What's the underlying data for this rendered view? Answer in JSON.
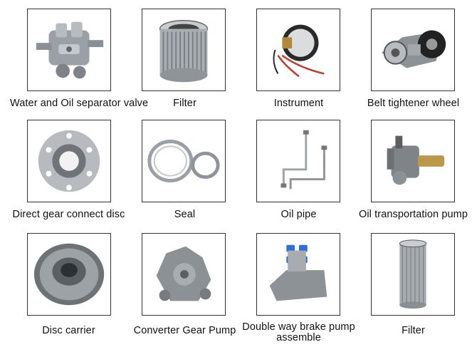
{
  "products": [
    {
      "label": "Water and Oil separator valve",
      "icon": "valve-icon"
    },
    {
      "label": "Filter",
      "icon": "filter-cartridge-icon"
    },
    {
      "label": "Instrument",
      "icon": "instrument-gauge-icon"
    },
    {
      "label": "Belt tightener wheel",
      "icon": "belt-tensioner-icon"
    },
    {
      "label": "Direct gear connect disc",
      "icon": "gear-disc-icon"
    },
    {
      "label": "Seal",
      "icon": "seal-ring-icon"
    },
    {
      "label": "Oil pipe",
      "icon": "oil-pipe-icon"
    },
    {
      "label": "Oil transportation pump",
      "icon": "oil-pump-icon"
    },
    {
      "label": "Disc carrier",
      "icon": "disc-carrier-icon"
    },
    {
      "label": "Converter Gear Pump",
      "icon": "gear-pump-icon"
    },
    {
      "label": "Double way brake pump assemble",
      "icon": "brake-pump-icon"
    },
    {
      "label": "Filter",
      "icon": "filter-element-icon"
    }
  ]
}
